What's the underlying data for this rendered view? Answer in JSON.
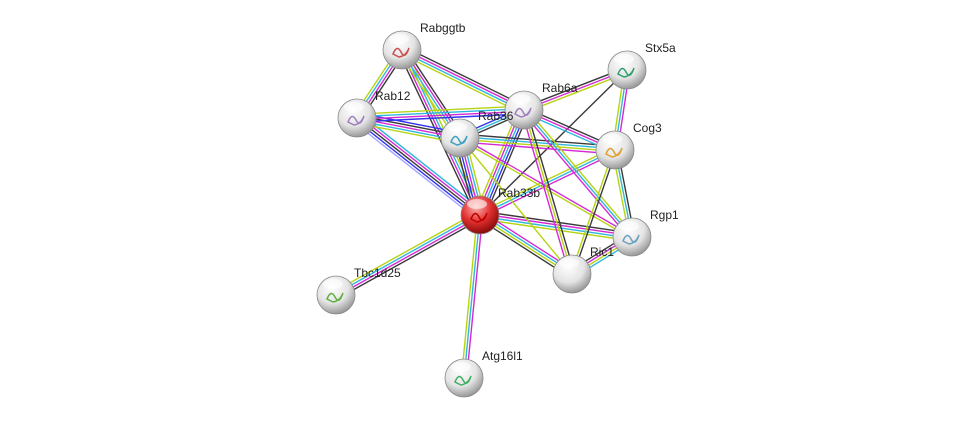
{
  "network": {
    "colors": {
      "black": "#3a3a3a",
      "magenta": "#d528d5",
      "cyan": "#2fb8dc",
      "green": "#b7d312",
      "blue": "#3333ee",
      "lightblue": "#a5a5ff",
      "query_node": "#e01010",
      "node": "#e8e8e8"
    },
    "nodes": [
      {
        "id": "Rabggtb",
        "label": "Rabggtb",
        "query": false
      },
      {
        "id": "Stx5a",
        "label": "Stx5a",
        "query": false
      },
      {
        "id": "Rab6a",
        "label": "Rab6a",
        "query": false
      },
      {
        "id": "Rab12",
        "label": "Rab12",
        "query": false
      },
      {
        "id": "Rab36",
        "label": "Rab36",
        "query": false
      },
      {
        "id": "Cog3",
        "label": "Cog3",
        "query": false
      },
      {
        "id": "Rab33b",
        "label": "Rab33b",
        "query": true
      },
      {
        "id": "Rgp1",
        "label": "Rgp1",
        "query": false
      },
      {
        "id": "Ric1",
        "label": "Ric1",
        "query": false
      },
      {
        "id": "Tbc1d25",
        "label": "Tbc1d25",
        "query": false
      },
      {
        "id": "Atg16l1",
        "label": "Atg16l1",
        "query": false
      }
    ],
    "edges": [
      {
        "a": "Rab33b",
        "b": "Rab12",
        "evidence": [
          "lightblue",
          "blue",
          "black",
          "magenta",
          "cyan"
        ]
      },
      {
        "a": "Rab33b",
        "b": "Rabggtb",
        "evidence": [
          "black",
          "magenta",
          "cyan",
          "green"
        ]
      },
      {
        "a": "Rab33b",
        "b": "Rab36",
        "evidence": [
          "black",
          "blue",
          "magenta",
          "cyan",
          "green"
        ]
      },
      {
        "a": "Rab33b",
        "b": "Rab6a",
        "evidence": [
          "green",
          "magenta",
          "cyan",
          "blue",
          "black"
        ]
      },
      {
        "a": "Rab33b",
        "b": "Stx5a",
        "evidence": [
          "black"
        ]
      },
      {
        "a": "Rab33b",
        "b": "Cog3",
        "evidence": [
          "green",
          "cyan",
          "magenta"
        ]
      },
      {
        "a": "Rab33b",
        "b": "Rgp1",
        "evidence": [
          "black",
          "magenta",
          "cyan",
          "green"
        ]
      },
      {
        "a": "Rab33b",
        "b": "Ric1",
        "evidence": [
          "magenta",
          "cyan",
          "green",
          "black"
        ]
      },
      {
        "a": "Rab33b",
        "b": "Tbc1d25",
        "evidence": [
          "black",
          "magenta",
          "cyan",
          "green"
        ]
      },
      {
        "a": "Rab33b",
        "b": "Atg16l1",
        "evidence": [
          "magenta",
          "cyan",
          "green"
        ]
      },
      {
        "a": "Rabggtb",
        "b": "Rab12",
        "evidence": [
          "black",
          "magenta",
          "cyan",
          "green"
        ]
      },
      {
        "a": "Rabggtb",
        "b": "Rab36",
        "evidence": [
          "black",
          "magenta",
          "cyan",
          "green"
        ]
      },
      {
        "a": "Rabggtb",
        "b": "Rab6a",
        "evidence": [
          "black",
          "magenta",
          "cyan",
          "green"
        ]
      },
      {
        "a": "Rab12",
        "b": "Rab36",
        "evidence": [
          "blue",
          "black",
          "magenta",
          "cyan",
          "green"
        ]
      },
      {
        "a": "Rab12",
        "b": "Rab6a",
        "evidence": [
          "green",
          "cyan",
          "magenta",
          "blue"
        ]
      },
      {
        "a": "Rab36",
        "b": "Rab6a",
        "evidence": [
          "blue",
          "cyan",
          "black"
        ]
      },
      {
        "a": "Rab36",
        "b": "Cog3",
        "evidence": [
          "black",
          "cyan",
          "green",
          "magenta"
        ]
      },
      {
        "a": "Rab36",
        "b": "Rgp1",
        "evidence": [
          "magenta",
          "green"
        ]
      },
      {
        "a": "Rab36",
        "b": "Ric1",
        "evidence": [
          "green"
        ]
      },
      {
        "a": "Rab6a",
        "b": "Stx5a",
        "evidence": [
          "black",
          "magenta",
          "green"
        ]
      },
      {
        "a": "Rab6a",
        "b": "Cog3",
        "evidence": [
          "black",
          "magenta",
          "cyan"
        ]
      },
      {
        "a": "Rab6a",
        "b": "Rgp1",
        "evidence": [
          "green",
          "cyan",
          "magenta"
        ]
      },
      {
        "a": "Rab6a",
        "b": "Ric1",
        "evidence": [
          "black",
          "green",
          "magenta"
        ]
      },
      {
        "a": "Stx5a",
        "b": "Cog3",
        "evidence": [
          "magenta",
          "cyan",
          "green"
        ]
      },
      {
        "a": "Cog3",
        "b": "Rgp1",
        "evidence": [
          "black",
          "cyan",
          "green"
        ]
      },
      {
        "a": "Cog3",
        "b": "Ric1",
        "evidence": [
          "black",
          "green"
        ]
      },
      {
        "a": "Rgp1",
        "b": "Ric1",
        "evidence": [
          "cyan",
          "green",
          "magenta",
          "black"
        ]
      }
    ]
  }
}
